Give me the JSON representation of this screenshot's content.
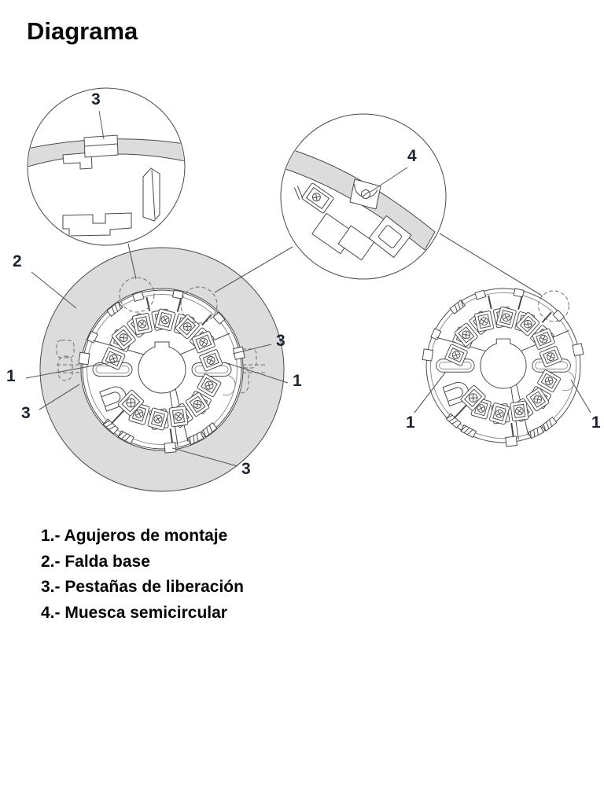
{
  "title": "Diagrama",
  "callouts": {
    "detail_release": "3",
    "detail_notch": "4",
    "skirt": "2",
    "mount_left": "1",
    "release_left": "3",
    "release_right": "3",
    "mount_right": "1",
    "release_bottom": "3",
    "small_mount_left": "1",
    "small_mount_right": "1"
  },
  "legend": {
    "items": [
      {
        "label": "1.- Agujeros de montaje"
      },
      {
        "label": "2.- Falda base"
      },
      {
        "label": "3.- Pestañas de liberación"
      },
      {
        "label": "4.- Muesca semicircular"
      }
    ]
  },
  "colors": {
    "line": "#4a4a4a",
    "skirt_gray": "#dcdcdc",
    "text": "#050505"
  }
}
